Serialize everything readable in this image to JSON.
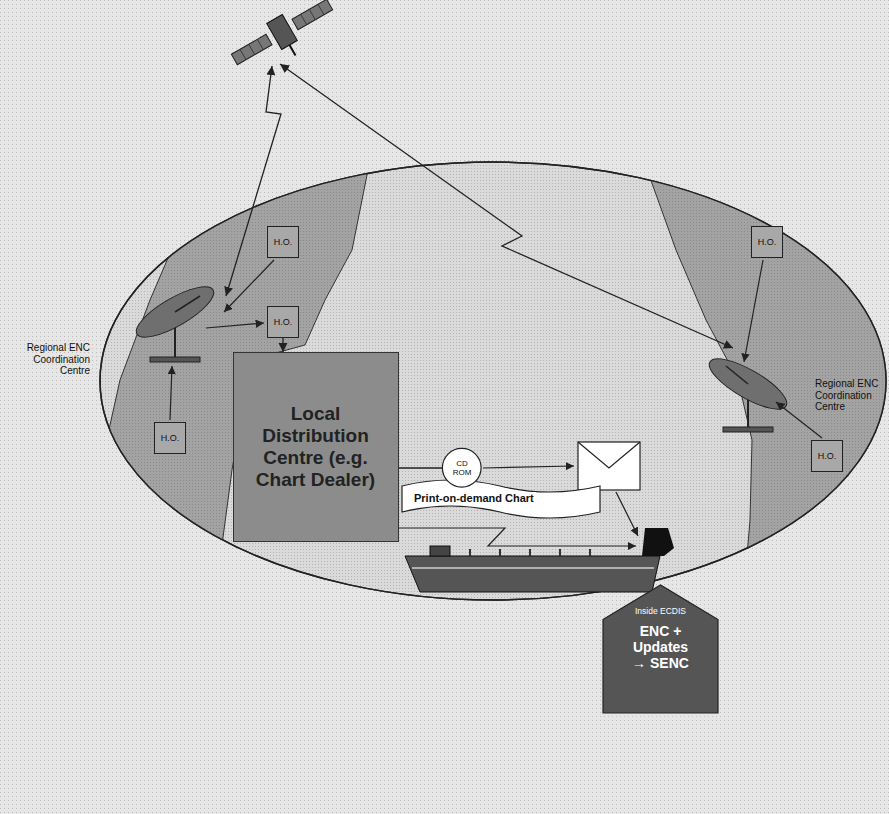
{
  "diagram": {
    "nodes": [
      {
        "text": [
          "H.O."
        ]
      },
      {
        "text": [
          "H.O."
        ]
      },
      {
        "text": [
          "H.O."
        ]
      },
      {
        "text": [
          "Local Distribution Centre (e.g. Chart Dealer)"
        ]
      },
      {
        "text": [
          "H.O."
        ]
      },
      {
        "text": [
          "H.O."
        ]
      },
      {
        "text": [
          "CD ROM"
        ]
      },
      {
        "text": [
          "Inside ECDIS",
          "ENC + Updates → SENC"
        ]
      }
    ],
    "edges": [
      {
        "from": 2,
        "to": 3,
        "arrow": "to"
      },
      {
        "from": 3,
        "to": 6,
        "arrow": "none"
      }
    ],
    "labels": [
      "Regional ENC Coordination Centre",
      "Regional ENC Coordination Centre",
      "Print-on-demand Chart"
    ]
  }
}
